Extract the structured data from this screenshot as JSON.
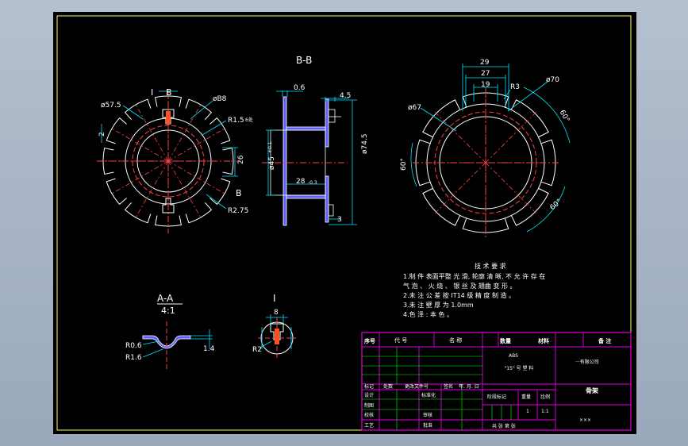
{
  "colors": {
    "background": "#000000",
    "outline": "#ffffff",
    "centerline": "#ff4040",
    "dimension": "#00e5ff",
    "frame": "#ffff55",
    "table": "#e000e0",
    "table_inner": "#00ff00",
    "section_fill": "#6060ff"
  },
  "views": {
    "front_label_I": "I",
    "front_label_B_top": "B",
    "front_label_B_bottom": "B",
    "section_bb_title": "B-B",
    "section_aa_title": "A-A",
    "section_aa_scale": "4:1",
    "detail_i_title": "I"
  },
  "dims_front": {
    "d_outer": "ø57.5",
    "d_hole": "øB8",
    "r1": "R1.5",
    "r1_note": "6处",
    "r2": "R2.75",
    "w26": "26",
    "left": "2"
  },
  "dims_section": {
    "t06": "0.6",
    "t45": "4.5",
    "d745": "ø74.5",
    "d451": "ø45",
    "d451_tol": "+0.1",
    "len28": "28",
    "len28_tol": "-0.3",
    "t3": "3"
  },
  "dims_right": {
    "w29": "29",
    "w27": "27",
    "w19": "19",
    "r3": "R3",
    "d70": "ø70",
    "d67": "ø67",
    "a60a": "60°",
    "a60b": "60°",
    "a60c": "60°"
  },
  "dims_aa": {
    "r06": "R0.6",
    "r16": "R1.6",
    "l14": "1.4"
  },
  "dims_detail": {
    "w8": "8",
    "r2": "R2"
  },
  "notes": {
    "title": "技 术 要 求",
    "items": [
      "1.制 件 表面平整 光 滑, 轮廓 清 晰, 不 允 许 存 在",
      "   气 泡 、 火 烧 、 银 丝 及 翘曲 变 形 。",
      "2.未 注 公 差 按 IT14 级 精 度 制 造 。",
      "3.未 注 壁 厚 为 1.0mm",
      "4.色 泽 : 本 色 。"
    ]
  },
  "title_block": {
    "h_seq": "序号",
    "h_code": "代    号",
    "h_name": "名    称",
    "h_qty": "数量",
    "h_material": "材料",
    "h_note": "备  注",
    "material_line1": "ABS",
    "material_line2": "\"15\" 号 塑 料",
    "company": "···有限公司",
    "part_name": "骨架",
    "r_mark": "标记",
    "r_count": "处数",
    "r_doc": "更改文件号",
    "r_sign": "签名",
    "r_date": "年. 月. 日",
    "r_design": "设计",
    "r_std": "标准化",
    "r_stage": "阶段标记",
    "r_weight": "重量",
    "r_scale": "比例",
    "r_draw": "制图",
    "r_check": "校核",
    "r_review": "审核",
    "r_process": "工艺",
    "r_approve": "批准",
    "weight_val": "1",
    "scale_val": "1:1",
    "sheets": "共    张  第    张",
    "doc_no": "×××"
  }
}
